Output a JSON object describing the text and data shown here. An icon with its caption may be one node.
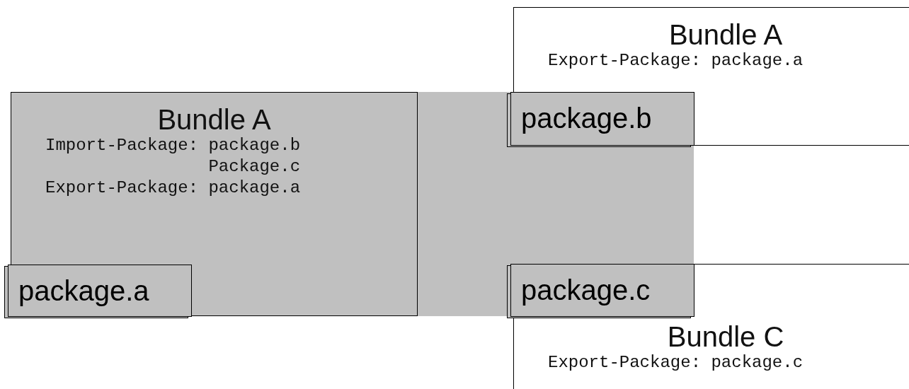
{
  "diagram": {
    "nodes": [
      {
        "text": [
          "Bundle A",
          "Import-Package: package.b Package.c",
          "Export-Package: package.a"
        ]
      },
      {
        "text": [
          "package.a"
        ],
        "in": 0
      },
      {
        "text": [
          "Bundle A",
          "Export-Package: package.a"
        ]
      },
      {
        "text": [
          "package.b"
        ],
        "in": 2
      },
      {
        "text": [
          "Bundle C",
          "Export-Package: package.c"
        ]
      },
      {
        "text": [
          "package.c"
        ],
        "in": 4
      }
    ],
    "edges": []
  }
}
